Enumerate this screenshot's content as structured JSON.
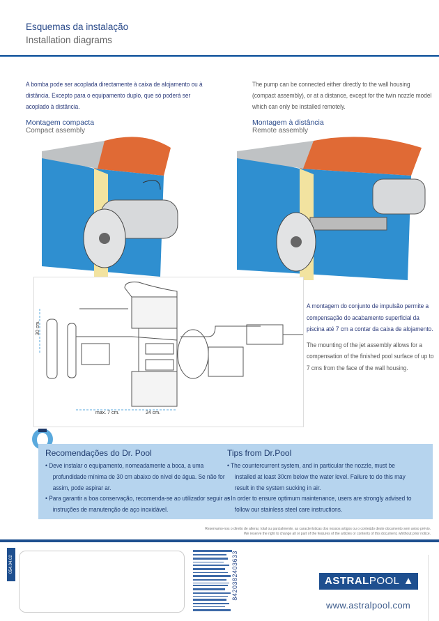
{
  "header": {
    "title": "Esquemas da instalação",
    "subtitle": "Installation diagrams"
  },
  "intro": {
    "pt": "A bomba pode ser acoplada directamente à caixa de alojamento ou à distância. Excepto para o equipamento duplo, que só poderá ser acoplado à distância.",
    "en": "The pump can be connected either directly to the wall housing (compact assembly), or at a distance, except for the twin nozzle model which can only be installed remotely."
  },
  "compact": {
    "pt": "Montagem compacta",
    "en": "Compact assembly"
  },
  "remote": {
    "pt": "Montagem à distância",
    "en": "Remote assembly"
  },
  "diagram": {
    "depth": "30 cm.",
    "max": "max. 7 cm.",
    "housing": "24 cm."
  },
  "note": {
    "pt": "A montagem do conjunto de impulsão permite a compensação do acabamento superficial da piscina até 7 cm a contar da caixa de alojamento.",
    "en": "The mounting of the jet assembly allows for a compensation of the finished pool surface of up to 7 cms from the face of the wall housing."
  },
  "tips": {
    "pt_title": "Recomendações do Dr. Pool",
    "pt_items": [
      "Deve instalar o equipamento, nomeadamente a boca, a uma profundidade mínima de 30 cm abaixo do nível de água. Se não for assim, pode aspirar ar.",
      "Para garantir a boa conservação, recomenda-se ao utilizador seguir as instruções de manutenção de aço inoxidável."
    ],
    "en_title": "Tips from Dr.Pool",
    "en_items": [
      "The countercurrent system, and in particular the nozzle, must be installed at least 30cm below the water level. Failure to do this may result in the system sucking in air.",
      "In order to ensure optimum maintenance, users are strongly advised to follow our stainless steel care instructions."
    ]
  },
  "disclaimer": {
    "pt": "Reservamo-nos o direito de alterar, total ou parcialmente, as características dos nossos artigos ou o conteúdo deste documento sem aviso prévio.",
    "en": "We reserve the right to change all or part of the features of the articles or contents of this document, whithout prior notice."
  },
  "footer": {
    "code": "054.04.02",
    "barcode": "8420382403633",
    "brand_bold": "ASTRAL",
    "brand_light": "POOL",
    "url": "www.astralpool.com"
  },
  "colors": {
    "brand": "#1e4f8f",
    "tips_bg": "#b6d4ee"
  }
}
